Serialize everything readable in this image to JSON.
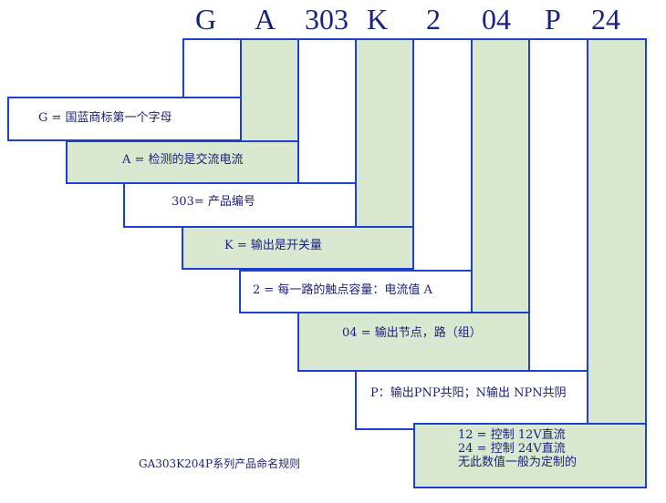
{
  "code": {
    "g": "G",
    "a": "A",
    "n303": "303",
    "k": "K",
    "n2": "2",
    "n04": "04",
    "p": "P",
    "n24": "24"
  },
  "labels": {
    "g": "G = 国蓝商标第一个字母",
    "a": "A =  检测的是交流电流",
    "n303": "303=  产品编号",
    "k": "K =  输出是开关量",
    "n2": "2 =  每一路的触点容量：电流值 A",
    "n04": "04 =  输出节点，路（组）",
    "p": "P：输出PNP共阳；N输出 NPN共阴",
    "n24_line1": "12 = 控制 12V直流",
    "n24_line2": "24 = 控制 24V直流",
    "n24_line3": "无此数值一般为定制的"
  },
  "footer": "GA303K204P系列产品命名规则",
  "colors": {
    "border": "#1f3fd0",
    "fill": "#d9e8d0",
    "text": "#1a1f7a"
  }
}
